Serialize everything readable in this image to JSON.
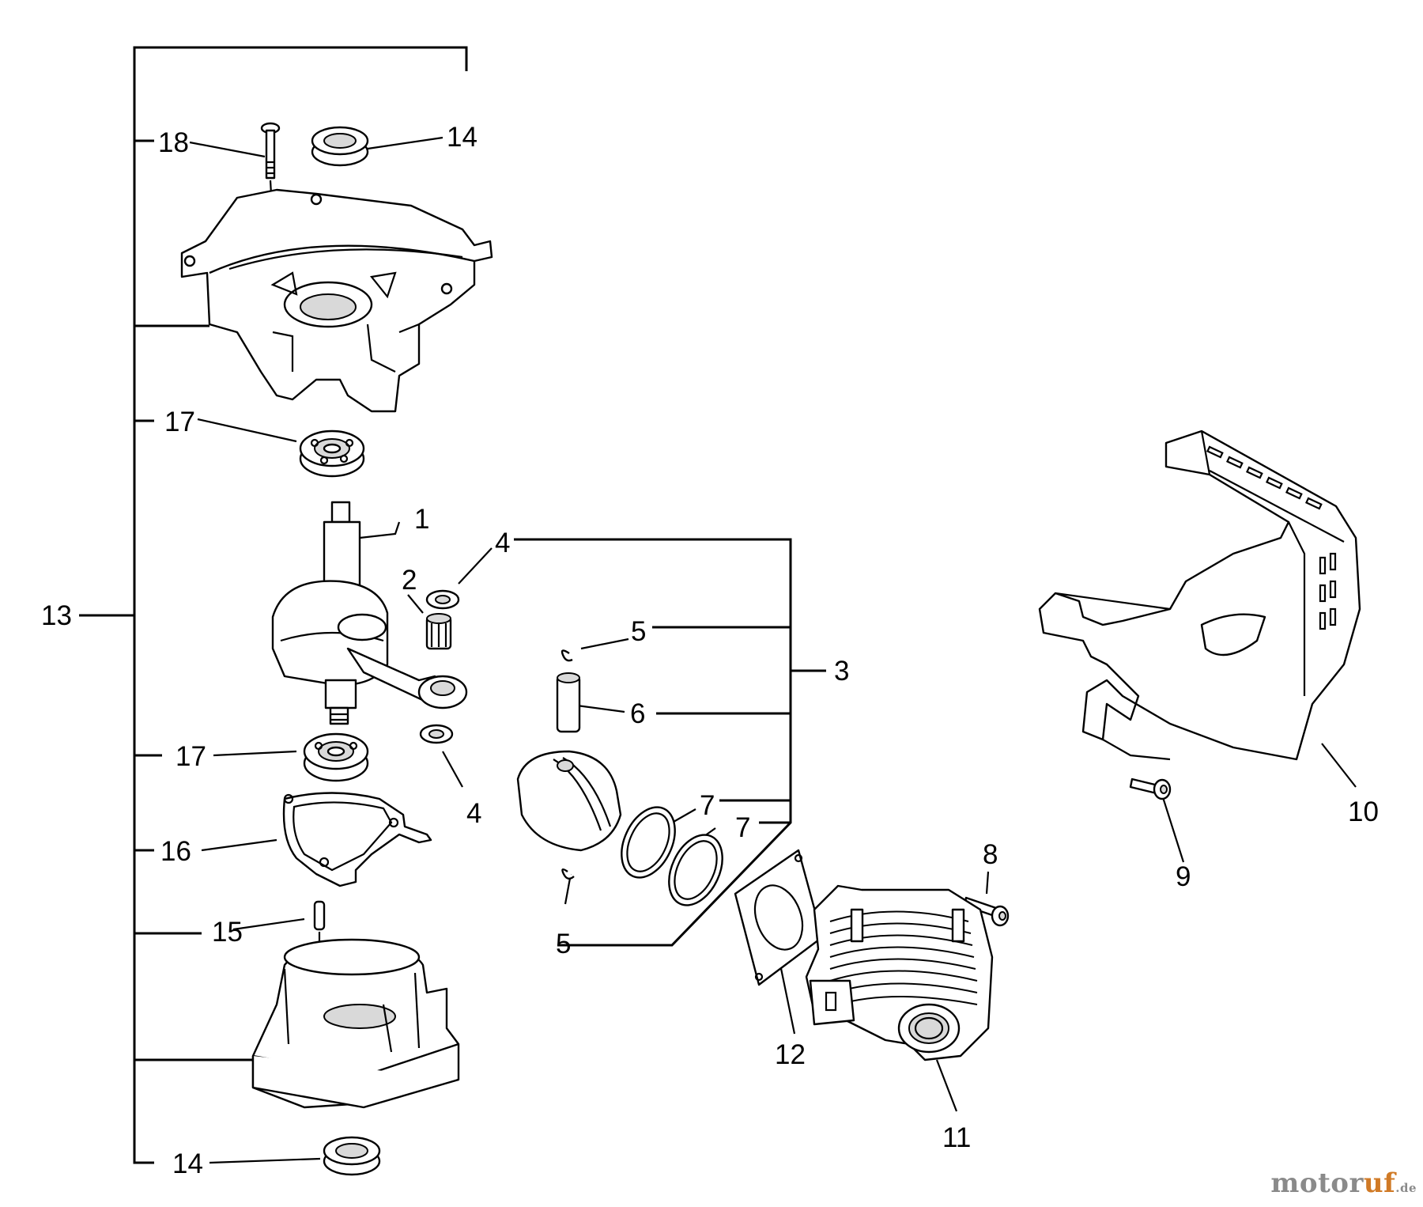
{
  "callouts": {
    "c1": "1",
    "c2": "2",
    "c3": "3",
    "c4a": "4",
    "c4b": "4",
    "c5a": "5",
    "c5b": "5",
    "c6": "6",
    "c7a": "7",
    "c7b": "7",
    "c8": "8",
    "c9": "9",
    "c10": "10",
    "c11": "11",
    "c12": "12",
    "c13": "13",
    "c14a": "14",
    "c14b": "14",
    "c15": "15",
    "c16": "16",
    "c17a": "17",
    "c17b": "17",
    "c18": "18"
  },
  "watermark": {
    "brand_main": "motor",
    "brand_accent": "uf",
    "brand_tld": ".de"
  }
}
